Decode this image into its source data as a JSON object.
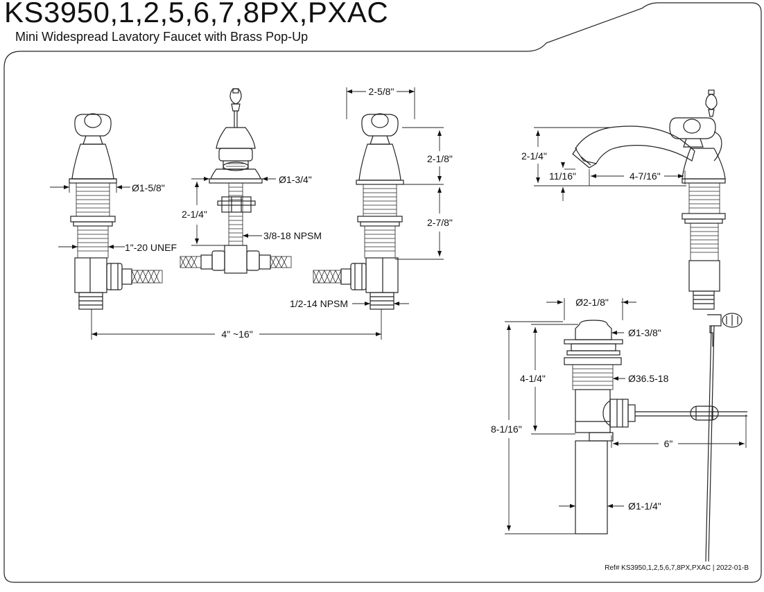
{
  "header": {
    "title": "KS3950,1,2,5,6,7,8PX,PXAC",
    "subtitle": "Mini Widespread Lavatory Faucet with Brass Pop-Up"
  },
  "dimensions": {
    "handle_dia": "Ø1-5/8\"",
    "thread_unef": "1\"-20 UNEF",
    "spread": "4\" ~16\"",
    "spout_base_dia": "Ø1-3/4\"",
    "spout_shank_len": "2-1/4\"",
    "spout_thread": "3/8-18 NPSM",
    "handle_width": "2-5/8\"",
    "handle_height": "2-1/8\"",
    "valve_shank_len": "2-7/8\"",
    "valve_thread": "1/2-14 NPSM",
    "spout_height": "2-1/4\"",
    "spout_clearance": "11/16\"",
    "spout_reach": "4-7/16\"",
    "drain_flange_dia": "Ø2-1/8\"",
    "drain_cap_dia": "Ø1-3/8\"",
    "drain_body_len": "4-1/4\"",
    "drain_thread": "Ø36.5-18",
    "drain_total_len": "8-1/16\"",
    "lift_rod_len": "6\"",
    "tailpiece_dia": "Ø1-1/4\""
  },
  "footer": {
    "ref": "Ref# KS3950,1,2,5,6,7,8PX,PXAC | 2022-01-B"
  }
}
